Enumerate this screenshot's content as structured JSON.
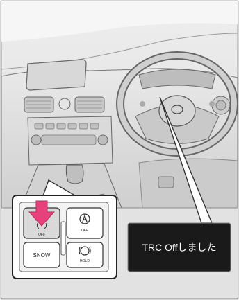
{
  "callout_message": "TRC Offしました",
  "switch_panel": {
    "vsc_off_sub": "OFF",
    "auto_stop_sub": "OFF",
    "snow_label": "SNOW",
    "brake_hold_sub": "HOLD"
  },
  "colors": {
    "accent_arrow": "#e8407a",
    "display_bg": "#1a1a1a",
    "display_text": "#ffffff"
  }
}
